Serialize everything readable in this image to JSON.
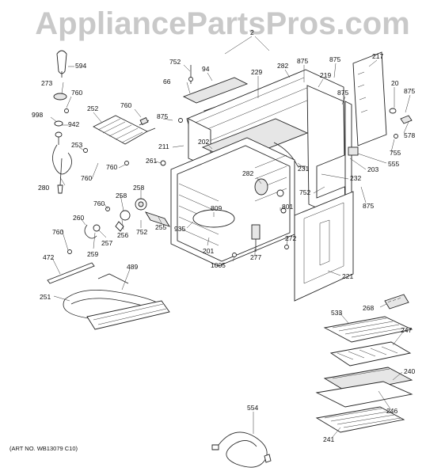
{
  "watermark": "AppliancePartsPros.com",
  "art_number": "(ART NO. WB13079 C10)",
  "callouts": [
    {
      "id": "c-2",
      "label": "2"
    },
    {
      "id": "c-594",
      "label": "594"
    },
    {
      "id": "c-752a",
      "label": "752"
    },
    {
      "id": "c-94",
      "label": "94"
    },
    {
      "id": "c-229",
      "label": "229"
    },
    {
      "id": "c-282a",
      "label": "282"
    },
    {
      "id": "c-875a",
      "label": "875"
    },
    {
      "id": "c-875b",
      "label": "875"
    },
    {
      "id": "c-217",
      "label": "217"
    },
    {
      "id": "c-273",
      "label": "273"
    },
    {
      "id": "c-760a",
      "label": "760"
    },
    {
      "id": "c-66",
      "label": "66"
    },
    {
      "id": "c-219",
      "label": "219"
    },
    {
      "id": "c-875c",
      "label": "875"
    },
    {
      "id": "c-20",
      "label": "20"
    },
    {
      "id": "c-875d",
      "label": "875"
    },
    {
      "id": "c-252",
      "label": "252"
    },
    {
      "id": "c-760b",
      "label": "760"
    },
    {
      "id": "c-998",
      "label": "998"
    },
    {
      "id": "c-942",
      "label": "942"
    },
    {
      "id": "c-875e",
      "label": "875"
    },
    {
      "id": "c-578",
      "label": "578"
    },
    {
      "id": "c-211",
      "label": "211"
    },
    {
      "id": "c-202",
      "label": "202"
    },
    {
      "id": "c-253",
      "label": "253"
    },
    {
      "id": "c-755",
      "label": "755"
    },
    {
      "id": "c-555",
      "label": "555"
    },
    {
      "id": "c-261",
      "label": "261"
    },
    {
      "id": "c-760c",
      "label": "760"
    },
    {
      "id": "c-203",
      "label": "203"
    },
    {
      "id": "c-231",
      "label": "231"
    },
    {
      "id": "c-760d",
      "label": "760"
    },
    {
      "id": "c-282b",
      "label": "282"
    },
    {
      "id": "c-232",
      "label": "232"
    },
    {
      "id": "c-280",
      "label": "280"
    },
    {
      "id": "c-258a",
      "label": "258"
    },
    {
      "id": "c-258b",
      "label": "258"
    },
    {
      "id": "c-752b",
      "label": "752"
    },
    {
      "id": "c-760e",
      "label": "760"
    },
    {
      "id": "c-875f",
      "label": "875"
    },
    {
      "id": "c-809",
      "label": "809"
    },
    {
      "id": "c-801",
      "label": "801"
    },
    {
      "id": "c-260",
      "label": "260"
    },
    {
      "id": "c-256",
      "label": "256"
    },
    {
      "id": "c-752c",
      "label": "752"
    },
    {
      "id": "c-255",
      "label": "255"
    },
    {
      "id": "c-935",
      "label": "935"
    },
    {
      "id": "c-272",
      "label": "272"
    },
    {
      "id": "c-760f",
      "label": "760"
    },
    {
      "id": "c-257",
      "label": "257"
    },
    {
      "id": "c-259",
      "label": "259"
    },
    {
      "id": "c-201",
      "label": "201"
    },
    {
      "id": "c-277",
      "label": "277"
    },
    {
      "id": "c-472",
      "label": "472"
    },
    {
      "id": "c-1005",
      "label": "1005"
    },
    {
      "id": "c-489",
      "label": "489"
    },
    {
      "id": "c-221",
      "label": "221"
    },
    {
      "id": "c-251",
      "label": "251"
    },
    {
      "id": "c-268",
      "label": "268"
    },
    {
      "id": "c-533",
      "label": "533"
    },
    {
      "id": "c-247",
      "label": "247"
    },
    {
      "id": "c-240",
      "label": "240"
    },
    {
      "id": "c-246",
      "label": "246"
    },
    {
      "id": "c-554",
      "label": "554"
    },
    {
      "id": "c-241",
      "label": "241"
    }
  ]
}
